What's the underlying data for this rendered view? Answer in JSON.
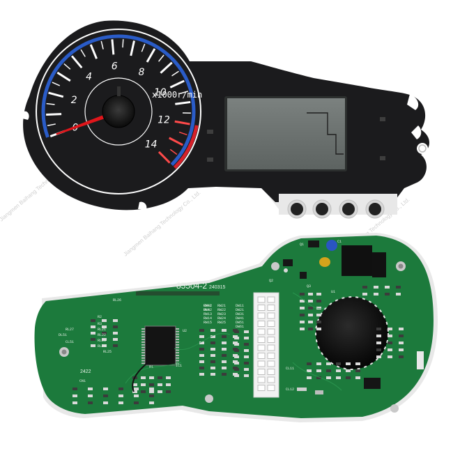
{
  "watermark": {
    "text": "Jiangmen Baihang Technology Co., Ltd."
  },
  "gauge": {
    "scale_labels": [
      "0",
      "2",
      "4",
      "6",
      "8",
      "10",
      "12",
      "14"
    ],
    "unit_label": "x1000r/min",
    "needle_value": 0,
    "redline_start": 12,
    "colors": {
      "faceplate": "#1b1b1d",
      "needle": "#e0161b",
      "redline": "#d6202a",
      "blue_ring": "#2a5cc8",
      "lcd": "#6c7270"
    }
  },
  "pcb": {
    "part_number": "85504-2",
    "date_code": "240315",
    "lot_mark": "2422",
    "silk_labels": [
      "RW11",
      "RW12",
      "RW13",
      "RW14",
      "RW15",
      "RW21",
      "RW22",
      "RW23",
      "RW24",
      "RW25",
      "DW11",
      "DW21",
      "DW31",
      "DW41",
      "DW51",
      "DW61",
      "C1",
      "Q1",
      "Q2",
      "Q3",
      "U1",
      "U2",
      "IC1",
      "R1",
      "R2",
      "R3",
      "RL21",
      "RL22",
      "RL23",
      "RL24",
      "RL25",
      "RL26",
      "RL27",
      "DL51",
      "CL51",
      "CL11",
      "CL12",
      "CN1",
      "CN42",
      "DL4"
    ],
    "colors": {
      "board": "#1c7a3c",
      "silkscreen": "#f2f6f2",
      "connector": "#f2f2f2",
      "buzzer": "#111111"
    }
  }
}
